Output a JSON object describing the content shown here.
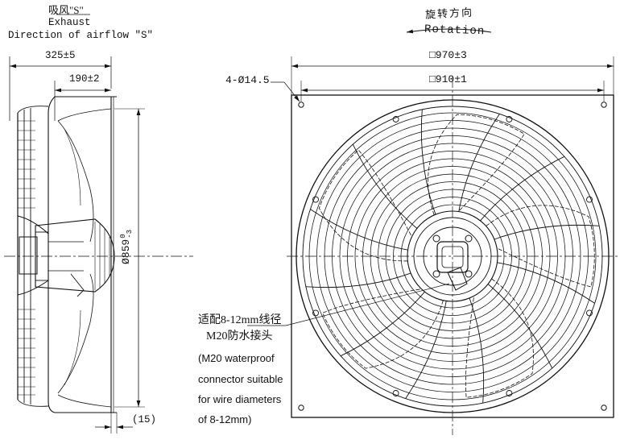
{
  "side_view": {
    "airflow_cn": "吸风\"S\"",
    "airflow_en_1": "Exhaust",
    "airflow_en_2": "Direction of airflow \"S\"",
    "depth_overall": "325±5",
    "depth_frame": "190±2",
    "diameter_main": "Ø859",
    "diameter_tol_upper": "0",
    "diameter_tol_lower": "-3",
    "flange_thickness": "(15)"
  },
  "front_view": {
    "rotation_cn": "旋转方向",
    "rotation_en": "Rotation",
    "frame_outer": "□970±3",
    "frame_inner": "□910±1",
    "holes": "4-Ø14.5",
    "connector_cn_1": "适配8-12mm线径",
    "connector_cn_2": "M20防水接头",
    "connector_en_1": "(M20 waterproof",
    "connector_en_2": "connector suitable",
    "connector_en_3": "for wire diameters",
    "connector_en_4": "of 8-12mm)"
  }
}
